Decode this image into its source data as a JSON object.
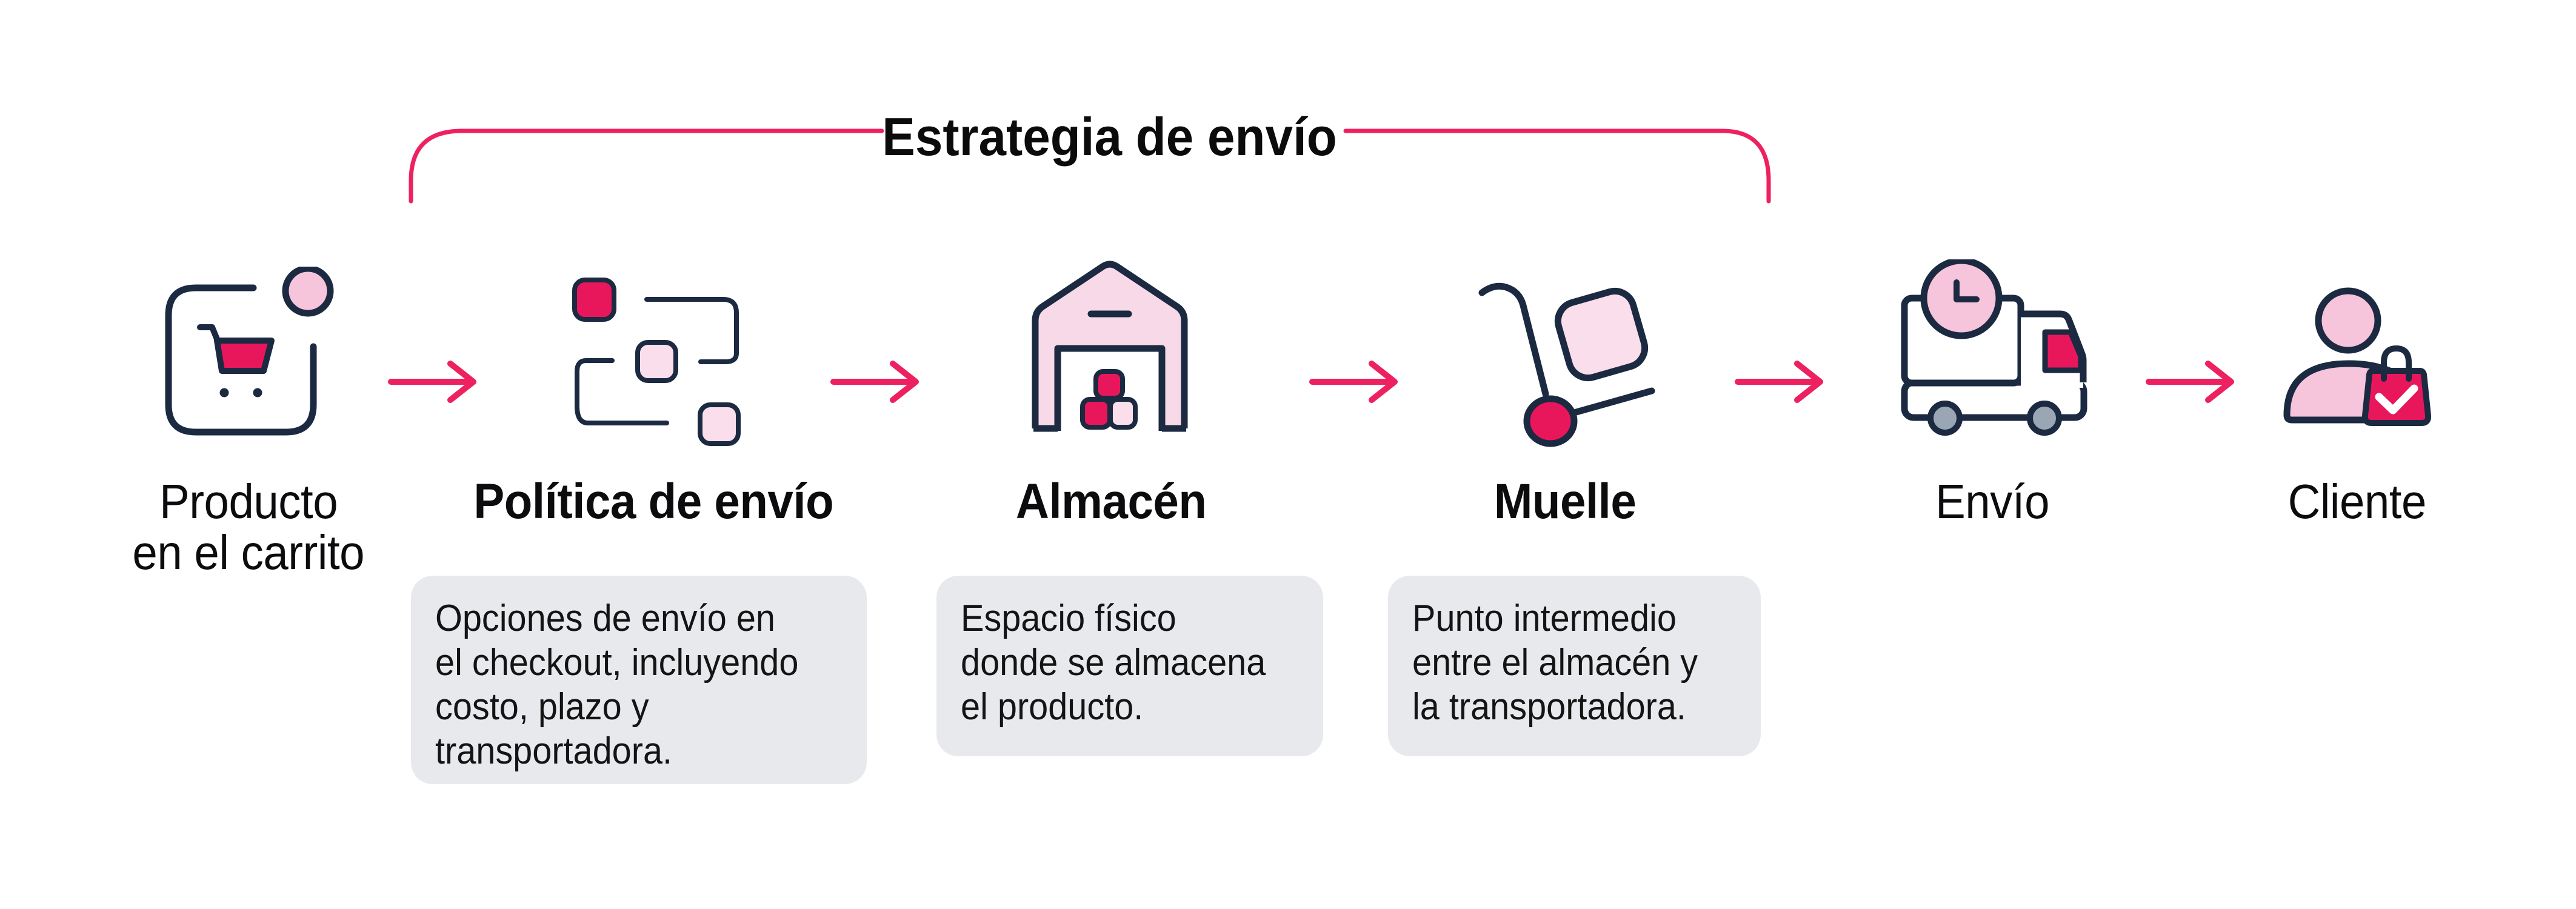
{
  "title": "Estrategia de envío",
  "steps": [
    {
      "id": "cart",
      "label": "Producto en el carrito",
      "label_lines": [
        "Producto",
        "en el carrito"
      ],
      "bold": false,
      "icon": "shopping-cart-icon"
    },
    {
      "id": "policy",
      "label": "Política de envío",
      "bold": true,
      "icon": "shipping-policy-flow-icon",
      "description": "Opciones de envío en el checkout, incluyendo costo, plazo y transportadora.",
      "desc_lines": [
        "Opciones de envío en",
        "el checkout, incluyendo",
        "costo, plazo y",
        "transportadora."
      ]
    },
    {
      "id": "warehouse",
      "label": "Almacén",
      "bold": true,
      "icon": "warehouse-icon",
      "description": "Espacio físico donde se almacena el producto.",
      "desc_lines": [
        "Espacio físico",
        "donde se almacena",
        "el producto."
      ]
    },
    {
      "id": "dock",
      "label": "Muelle",
      "bold": true,
      "icon": "hand-truck-icon",
      "description": "Punto intermedio entre el almacén y la transportadora.",
      "desc_lines": [
        "Punto intermedio",
        "entre el almacén y",
        "la transportadora."
      ]
    },
    {
      "id": "shipping",
      "label": "Envío",
      "bold": false,
      "icon": "delivery-truck-icon"
    },
    {
      "id": "customer",
      "label": "Cliente",
      "bold": false,
      "icon": "shopper-customer-icon"
    }
  ],
  "icons": [
    "shopping-cart-icon",
    "shipping-policy-flow-icon",
    "warehouse-icon",
    "hand-truck-icon",
    "delivery-truck-icon",
    "shopper-customer-icon",
    "flow-arrow-icon",
    "brace-bracket"
  ],
  "colors": {
    "accent_crimson": "#e8175c",
    "arrow_pink": "#ee2160",
    "outline_navy": "#1b2a41",
    "pink_medium": "#f6c4db",
    "pink_light": "#fbdeeb",
    "pink_warehouse": "#f8d9e7",
    "box_gray": "#e8e9ed",
    "wheel_gray": "#9aa6b3",
    "background": "#ffffff"
  }
}
